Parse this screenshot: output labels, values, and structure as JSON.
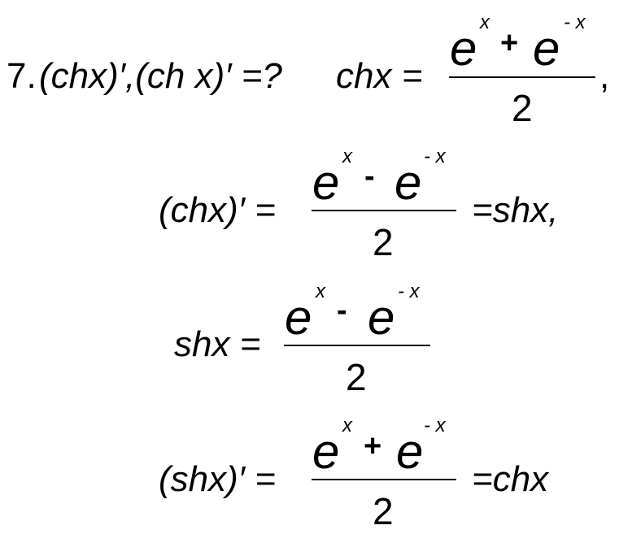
{
  "problem": {
    "number": "7.",
    "lead": "(chx)′,(ch x)′ =?",
    "def_lhs": "chx =",
    "comma": ","
  },
  "fractions": {
    "e": "e",
    "x": "x",
    "neg_x": "- x",
    "plus": "+",
    "minus": "-",
    "denominator": "2"
  },
  "line2": {
    "lhs": "(chx)′ =",
    "rhs": "=shx,"
  },
  "line3": {
    "lhs": "shx ="
  },
  "line4": {
    "lhs": "(shx)′ =",
    "rhs": "=chx"
  }
}
